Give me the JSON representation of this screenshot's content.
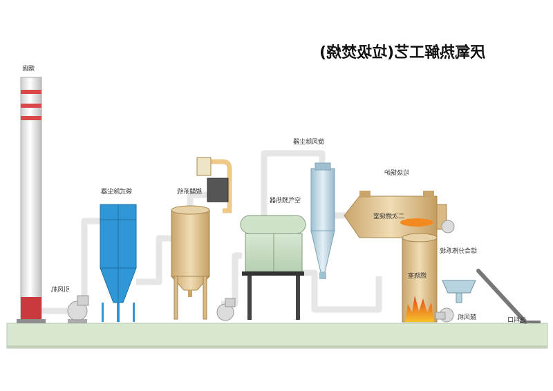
{
  "title": "厌氧热解工艺(垃圾焚烧)",
  "labels": {
    "chimney": "烟囱",
    "induced_fan": "引风机",
    "bag_filter": "袋式除尘器",
    "deacid": "脱酸系统",
    "air_preheater": "空气预热器",
    "cyclone": "旋风除尘器",
    "incinerator": "垃圾锅炉",
    "secondary_chamber": "二次燃烧室",
    "combustion_chamber": "燃烧室",
    "mixing_system": "综合分拣系统",
    "blower": "鼓风机",
    "feed_port": "进料口"
  },
  "colors": {
    "ground": "#d9e8d0",
    "pipe": "#e3e3e3",
    "bag_filter": "#2f97d6",
    "tan": "#d9b985",
    "green_box": "#c6dcc1",
    "cyclone": "#b8d3e0",
    "chimney_red": "#d9474a",
    "fire": "#f28a1f"
  }
}
